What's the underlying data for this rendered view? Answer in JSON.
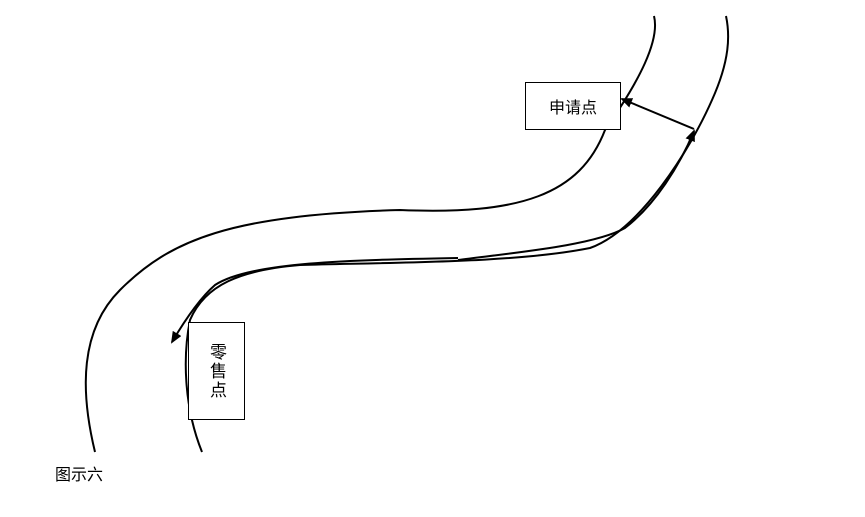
{
  "labels": {
    "apply_point": "申请点",
    "retail_point": "零售点",
    "caption": "图示六"
  },
  "colors": {
    "stroke": "#000000",
    "background": "#ffffff"
  }
}
